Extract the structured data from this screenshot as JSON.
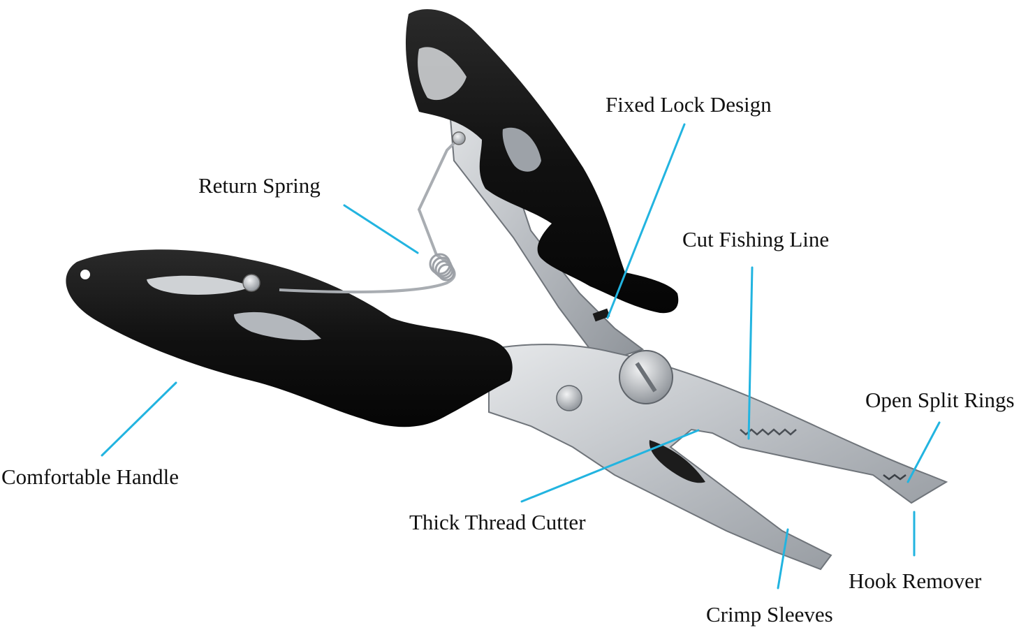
{
  "labels": {
    "fixed_lock": "Fixed Lock Design",
    "return_spring": "Return Spring",
    "cut_fishing_line": "Cut Fishing Line",
    "open_split_rings": "Open Split Rings",
    "comfortable_handle": "Comfortable Handle",
    "thick_thread_cutter": "Thick Thread Cutter",
    "hook_remover": "Hook Remover",
    "crimp_sleeves": "Crimp Sleeves"
  },
  "colors": {
    "callout_line": "#22b4e0",
    "handle": "#141414",
    "steel": "#c9ccd0",
    "spring": "#a9adb2"
  }
}
